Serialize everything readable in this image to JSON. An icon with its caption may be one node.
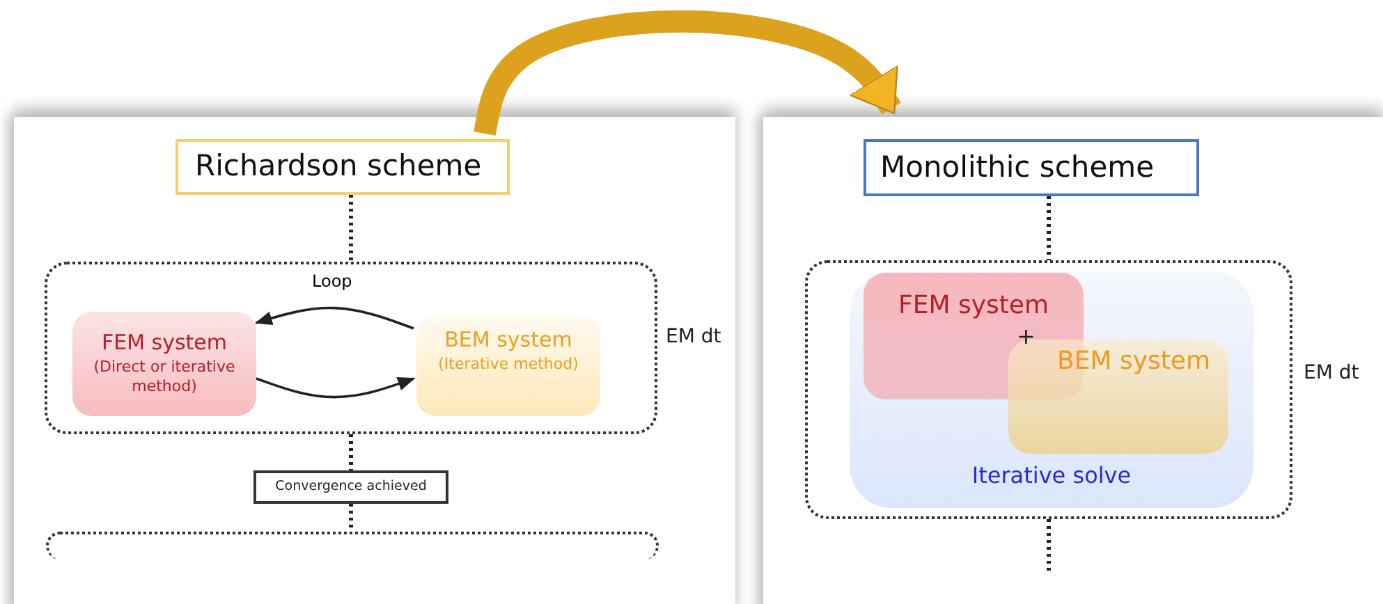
{
  "diagram": {
    "nodes": [
      {
        "text": [
          "Richardson scheme"
        ]
      },
      {
        "text": [],
        "shape": "box",
        "beside": [
          "EM dt"
        ]
      },
      {
        "text": [
          "FEM system",
          "(Direct or iterative method)"
        ],
        "in": 1
      },
      {
        "text": [
          "BEM system",
          "(Iterative method)"
        ],
        "in": 1
      },
      {
        "text": [
          "Convergence achieved"
        ]
      },
      {
        "text": [],
        "shape": "box"
      },
      {
        "text": [
          "Monolithic scheme"
        ]
      },
      {
        "text": [],
        "shape": "box",
        "beside": [
          "EM dt"
        ]
      },
      {
        "text": [
          "Iterative solve"
        ],
        "in": 7
      },
      {
        "text": [
          "FEM system"
        ],
        "in": 8
      },
      {
        "text": [
          "BEM system"
        ],
        "in": 8
      }
    ],
    "edges": [
      {
        "from": 0,
        "to": 1,
        "arrow": "none",
        "style": "dashed"
      },
      {
        "from": 3,
        "to": 2,
        "arrow": "to",
        "label": "Loop"
      },
      {
        "from": 2,
        "to": 3,
        "arrow": "to"
      },
      {
        "from": 1,
        "to": 4,
        "arrow": "none",
        "style": "dashed"
      },
      {
        "from": 4,
        "to": 5,
        "arrow": "none",
        "style": "dashed"
      },
      {
        "from": 6,
        "to": 7,
        "arrow": "none",
        "style": "dashed"
      },
      {
        "from": 7,
        "to": null,
        "arrow": "none",
        "style": "dashed"
      },
      {
        "from": 0,
        "to": 6,
        "arrow": "to",
        "style": "thick",
        "color": "#dca21e"
      }
    ],
    "labels": [
      "+"
    ]
  }
}
